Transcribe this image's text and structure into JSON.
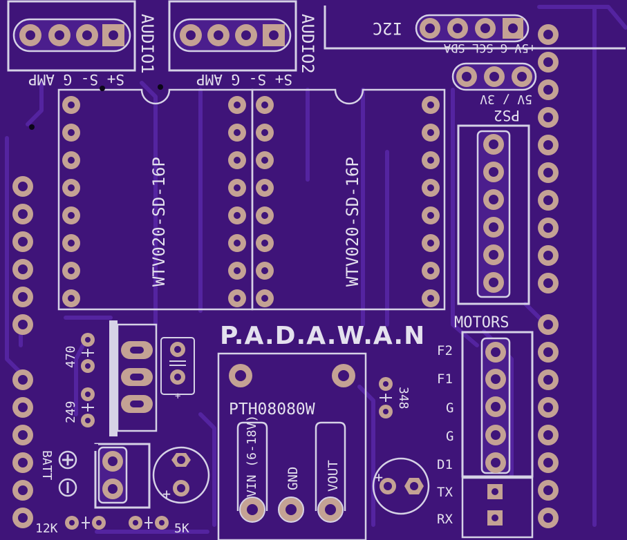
{
  "board": {
    "title": "P.A.D.A.W.A.N",
    "background": "#3f1479",
    "silkscreen_color": "#d6d2e6",
    "pad_color": "#c4a294",
    "copper_color": "#5424a0"
  },
  "labels": {
    "audio1": "AUDIO1",
    "audio2": "AUDIO2",
    "audio_pins": "S+ S- G AMP",
    "i2c": "I2C",
    "i2c_pins": "+5V G SCL SDA",
    "ps2": "PS2",
    "ps2_voltage": "5V / 3V",
    "wtv_left": "WTV020-SD-16P",
    "wtv_right": "WTV020-SD-16P",
    "motors": "MOTORS",
    "motor_pins": [
      "F2",
      "F1",
      "G",
      "G",
      "D1"
    ],
    "serial_pins": [
      "TX",
      "RX"
    ],
    "regulator": "PTH08080W",
    "vin": "VIN (6-18V)",
    "gnd": "GND",
    "vout": "VOUT",
    "r470": "470",
    "r249": "249",
    "r348": "348",
    "r12k": "12K",
    "r5k": "5K",
    "batt": "BATT",
    "plus": "+"
  }
}
